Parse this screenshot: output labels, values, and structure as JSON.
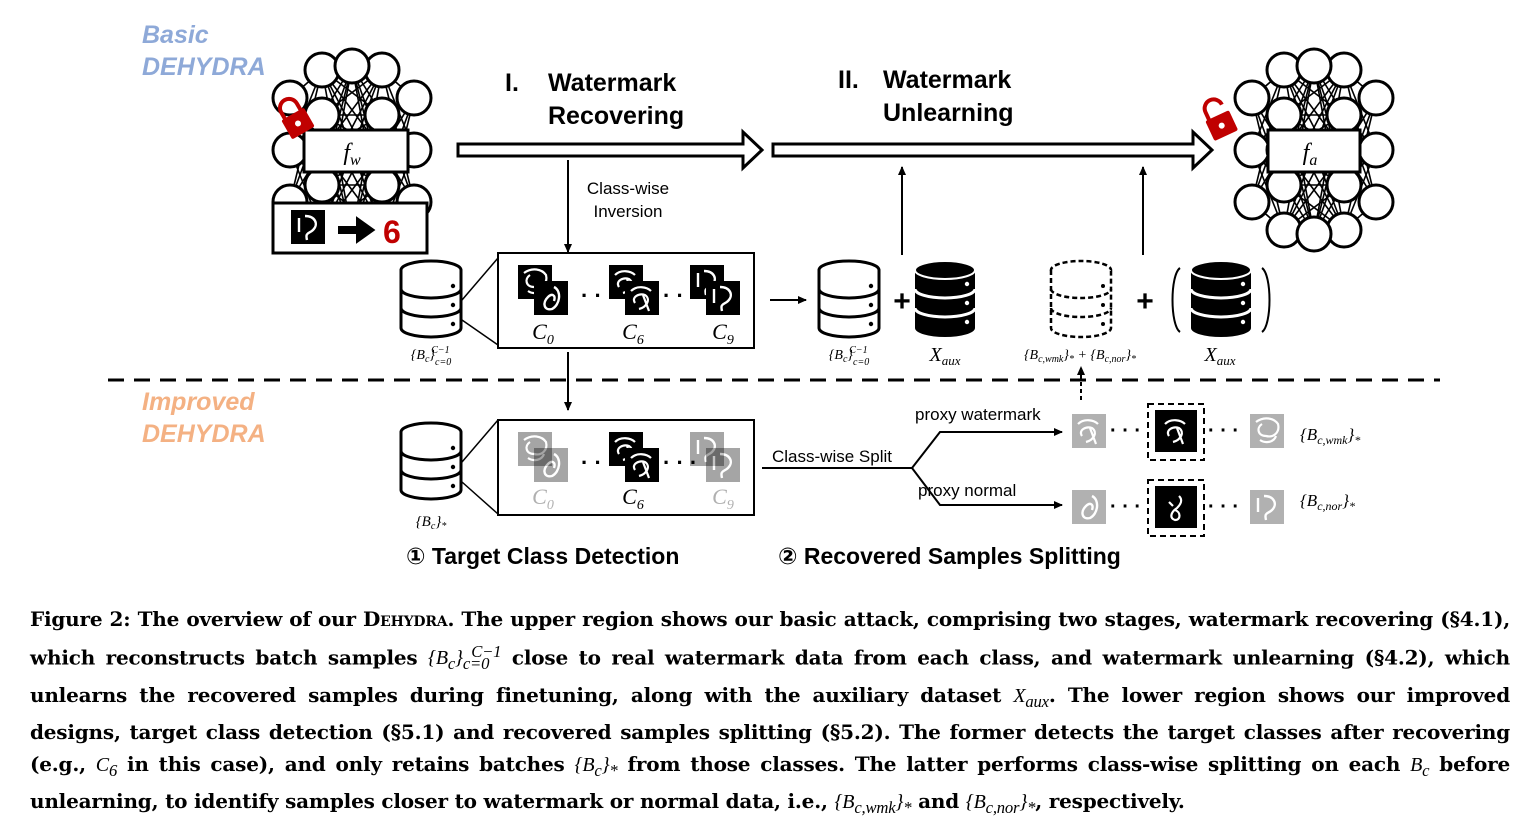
{
  "labels": {
    "basic_line1": "Basic",
    "basic_line2": "DEHYDRA",
    "improved_line1": "Improved",
    "improved_line2": "DEHYDRA",
    "stage1_num": "I.",
    "stage1_line1": "Watermark",
    "stage1_line2": "Recovering",
    "stage2_num": "II.",
    "stage2_line1": "Watermark",
    "stage2_line2": "Unlearning",
    "inversion_line1": "Class-wise",
    "inversion_line2": "Inversion",
    "model_w": "f_w",
    "model_a": "f_a",
    "target_label": "6",
    "c0": "C_0",
    "c6": "C_6",
    "c9": "C_9",
    "batches_all": "{B_c}_{c=0}^{C-1}",
    "batches_all2": "{B_c}_{c=0}^{C-1}",
    "x_aux": "X_aux",
    "x_aux2": "X_aux",
    "split_sum": "{B_c,wmk}_* + {B_c,nor}_*",
    "batches_sel": "{B_c}_*",
    "class_split": "Class-wise Split",
    "proxy_wmk": "proxy watermark",
    "proxy_nor": "proxy normal",
    "wmk_set": "{B_c,wmk}_*",
    "nor_set": "{B_c,nor}_*",
    "step1": "① Target Class Detection",
    "step2": "② Recovered Samples Splitting"
  },
  "caption": {
    "figure_prefix": "Figure 2: The overview of our ",
    "name": "Dehydra",
    "part1": ". The upper region shows our basic attack, comprising two stages, watermark recovering (§4.1), which reconstructs batch samples ",
    "math1": "{B_c}_{c=0}^{C−1}",
    "part2": " close to real watermark data from each class, and watermark unlearning (§4.2), which unlearns the recovered samples during finetuning, along with the auxiliary dataset ",
    "math2": "X_aux",
    "part3": ". The lower region shows our improved designs, target class detection (§5.1) and recovered samples splitting (§5.2). The former detects the target classes after recovering (e.g., ",
    "math3": "C_6",
    "part4": " in this case), and only retains batches ",
    "math4": "{B_c}_*",
    "part5": " from those classes. The latter performs class-wise splitting on each ",
    "math5": "B_c",
    "part6": " before unlearning, to identify samples closer to watermark or normal data, i.e., ",
    "math6": "{B_c,wmk}_*",
    "part7": " and ",
    "math7": "{B_c,nor}_*",
    "part8": ", respectively."
  },
  "colors": {
    "basic": "#8ea9d8",
    "improved": "#f4b183",
    "lock": "#c00000",
    "target": "#c00000",
    "faded": "#b0b0b0"
  },
  "icons": [
    "neural-network-icon",
    "locked-lock-icon",
    "unlocked-lock-icon",
    "database-icon",
    "dashed-database-icon",
    "digit-sample-icon",
    "right-arrow-icon"
  ]
}
